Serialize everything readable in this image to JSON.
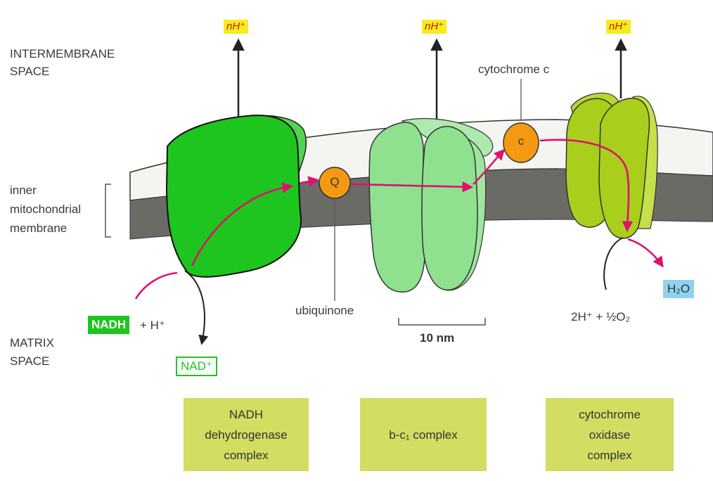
{
  "labels": {
    "intermembrane_1": "INTERMEMBRANE",
    "intermembrane_2": "SPACE",
    "inner_1": "inner",
    "inner_2": "mitochondrial",
    "inner_3": "membrane",
    "matrix_1": "MATRIX",
    "matrix_2": "SPACE",
    "proton_1": "nH⁺",
    "proton_2": "nH⁺",
    "proton_3": "nH⁺",
    "cytochrome_c": "cytochrome c",
    "ubiquinone": "ubiquinone",
    "scale": "10 nm",
    "q_letter": "Q",
    "c_letter": "c",
    "nadh": "NADH",
    "plus_h": "+ H⁺",
    "nad_plus": "NAD⁺",
    "h2o": "H₂O",
    "oxygen_reactants": "2H⁺ + ½O₂"
  },
  "complex_boxes": [
    {
      "line1": "NADH",
      "line2": "dehydrogenase",
      "line3": "complex"
    },
    {
      "line1": "b-c₁ complex"
    },
    {
      "line1": "cytochrome",
      "line2": "oxidase",
      "line3": "complex"
    }
  ],
  "colors": {
    "nadh_complex": "#1ec51e",
    "bc1_complex": "#8fe08f",
    "oxidase_complex": "#a9cf1c",
    "carrier": "#f49a12",
    "electron_path": "#e0106e",
    "membrane": "#6b6b66",
    "label_box": "#d2dd62",
    "proton_label": "#f7ec1e",
    "water_box": "#8fd4ef"
  }
}
